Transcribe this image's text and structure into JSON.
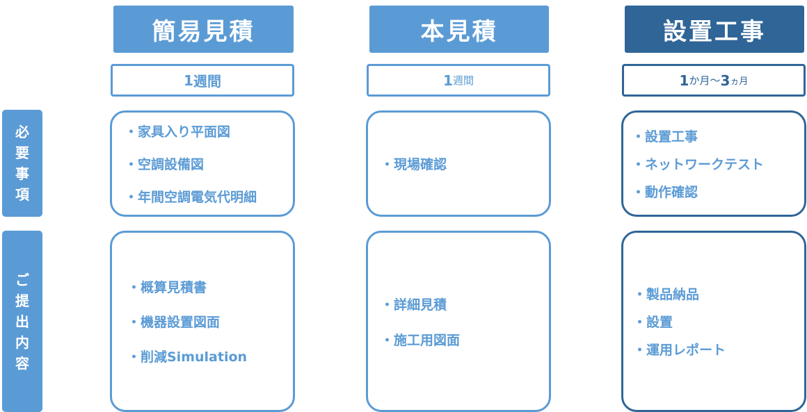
{
  "columns": [
    {
      "title": "簡易見積",
      "duration": {
        "num": "1",
        "unit": "週間",
        "mid": "",
        "num2": "",
        "unit2": ""
      },
      "requirements": [
        "・家具入り平面図",
        "・空調設備図",
        "・年間空調電気代明細"
      ],
      "deliverables": [
        "・概算見積書",
        "・機器設置図面",
        "・削減Simulation"
      ]
    },
    {
      "title": "本見積",
      "duration": {
        "num": "1",
        "unit": "週間",
        "mid": "",
        "num2": "",
        "unit2": ""
      },
      "requirements": [
        "・現場確認"
      ],
      "deliverables": [
        "・詳細見積",
        "・施工用図面"
      ]
    },
    {
      "title": "設置工事",
      "duration": {
        "num": "1",
        "unit": "か月",
        "mid": "〜",
        "num2": "3",
        "unit2": "ヵ月"
      },
      "requirements": [
        "・設置工事",
        "・ネットワークテスト",
        "・動作確認"
      ],
      "deliverables": [
        "・製品納品",
        "・設置",
        "・運用レポート"
      ]
    }
  ],
  "row_labels": {
    "requirements": [
      "必",
      "要",
      "事",
      "項"
    ],
    "deliverables": [
      "ご",
      "提",
      "出",
      "内",
      "容"
    ]
  },
  "colors": {
    "primary": "#5b9bd5",
    "dark": "#2f6597",
    "background": "#ffffff"
  }
}
